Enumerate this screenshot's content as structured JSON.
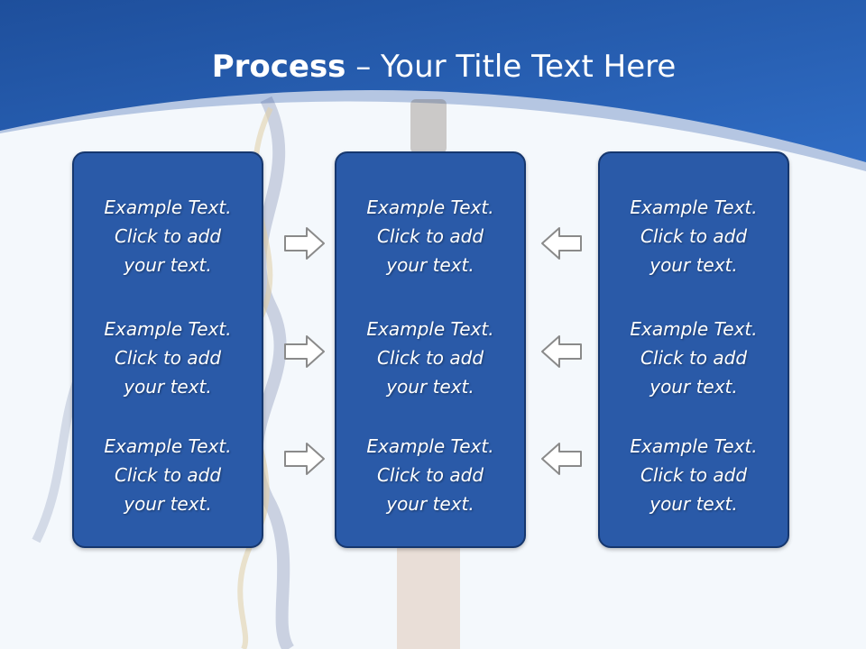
{
  "slide": {
    "title_bold": "Process",
    "title_rest": " – Your Title Text Here"
  },
  "panels": [
    {
      "items": [
        {
          "line1": "Example Text.",
          "line2": "Click  to add",
          "line3": "your text."
        },
        {
          "line1": "Example Text.",
          "line2": "Click  to add",
          "line3": "your text."
        },
        {
          "line1": "Example Text.",
          "line2": "Click  to add",
          "line3": "your text."
        }
      ]
    },
    {
      "items": [
        {
          "line1": "Example Text.",
          "line2": "Click  to add",
          "line3": "your text."
        },
        {
          "line1": "Example Text.",
          "line2": "Click  to add",
          "line3": "your text."
        },
        {
          "line1": "Example Text.",
          "line2": "Click  to add",
          "line3": "your text."
        }
      ]
    },
    {
      "items": [
        {
          "line1": "Example Text.",
          "line2": "Click  to add",
          "line3": "your text."
        },
        {
          "line1": "Example Text.",
          "line2": "Click  to add",
          "line3": "your text."
        },
        {
          "line1": "Example Text.",
          "line2": "Click  to add",
          "line3": "your text."
        }
      ]
    }
  ],
  "arrows": {
    "left_column": "right-arrow-icon",
    "right_column": "left-arrow-icon"
  },
  "colors": {
    "header_blue": "#2a62b4",
    "panel_blue": "#2a5aa8",
    "panel_border": "#16376e",
    "arrow_stroke": "#8a8a8a"
  }
}
